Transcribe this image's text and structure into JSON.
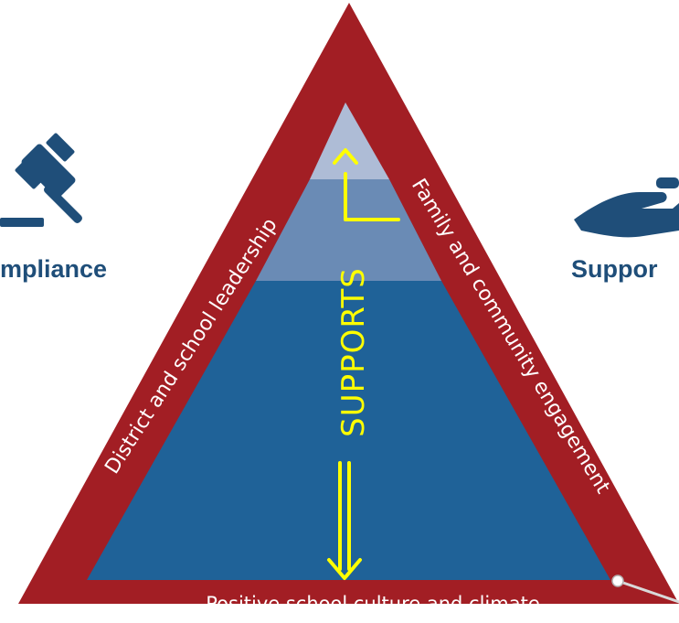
{
  "labels": {
    "left_side": "District and school leadership",
    "right_side": "Family and community engagement",
    "base": "Positive school culture and climate",
    "center": "SUPPORTS",
    "left_pillar": "mpliance",
    "right_pillar": "Suppor"
  },
  "icons": {
    "left": "gavel-icon",
    "right": "open-hand-icon"
  },
  "colors": {
    "frame": "#a21e24",
    "tier_top": "#aebcd6",
    "tier_middle": "#6a8bb5",
    "tier_base": "#1f6298",
    "arrows": "#ffff00",
    "pillar_text": "#1f4e79"
  }
}
